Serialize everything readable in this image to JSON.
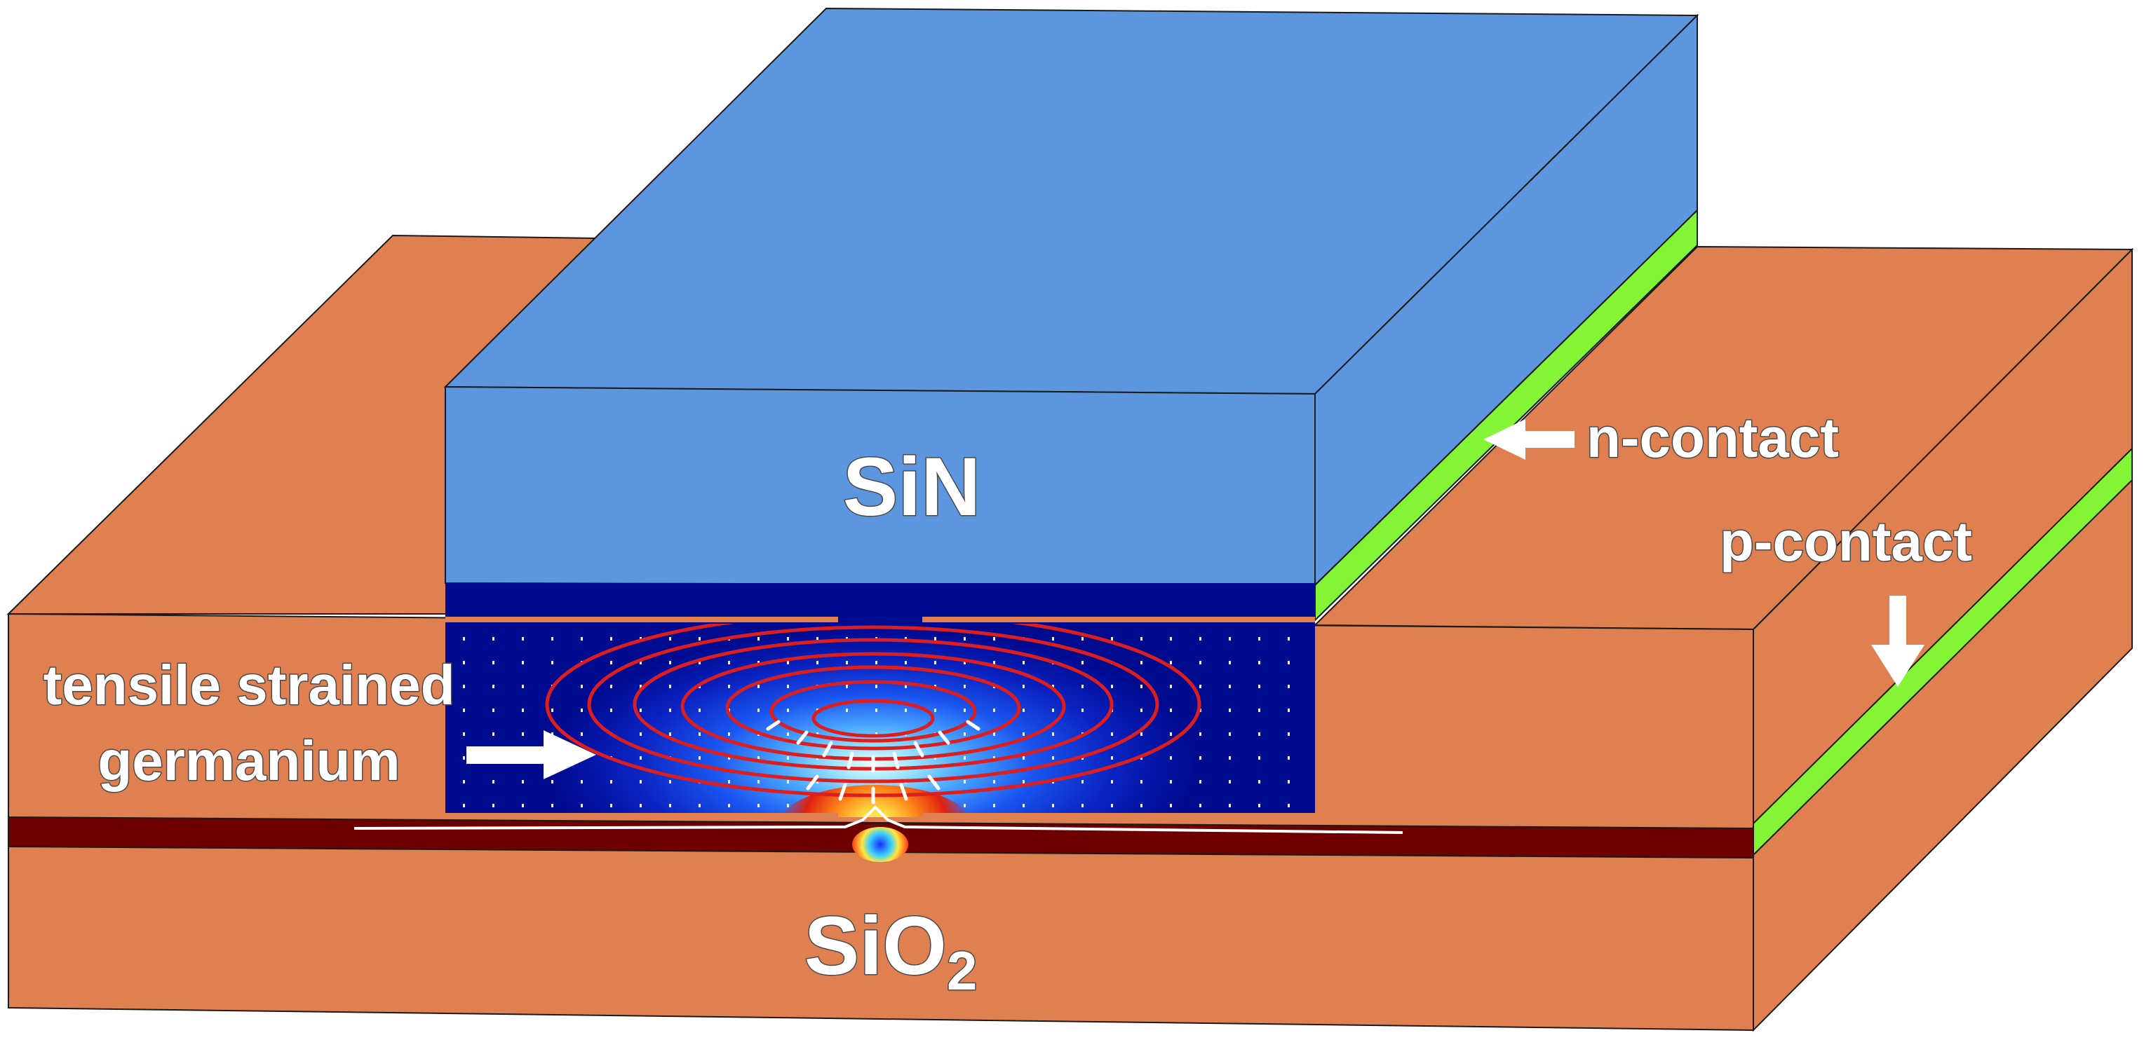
{
  "labels": {
    "sin": "SiN",
    "sio2_base": "SiO",
    "sio2_sub": "2",
    "n_contact": "n-contact",
    "p_contact": "p-contact",
    "germanium_line1": "tensile strained",
    "germanium_line2": "germanium"
  },
  "colors": {
    "sin": "#5b96de",
    "sio2": "#e08050",
    "contact": "#84f535",
    "germanium_field": "#000a8f",
    "dark_red_layer": "#6e0000",
    "contour": "#dc1e1e",
    "outline": "#1a1a1a",
    "label_text": "#ffffff"
  }
}
